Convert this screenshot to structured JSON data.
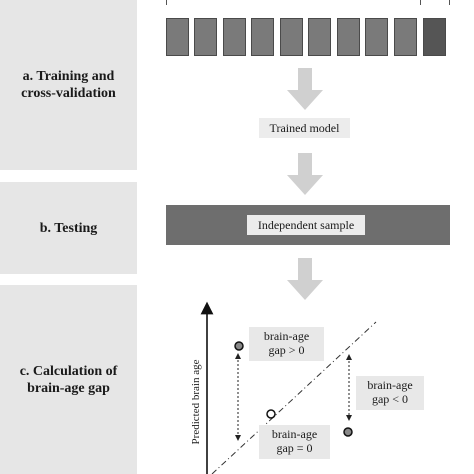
{
  "panels": {
    "a": "a. Training and cross-validation",
    "b": "b. Testing",
    "c": "c. Calculation of brain-age gap"
  },
  "training": {
    "trained_model_label": "Trained model",
    "fold_count": 10
  },
  "testing": {
    "independent_sample_label": "Independent sample"
  },
  "gap_plot": {
    "ylabel": "Predicted brain age",
    "gap_positive_line1": "brain-age",
    "gap_positive_line2": "gap > 0",
    "gap_negative_line1": "brain-age",
    "gap_negative_line2": "gap < 0",
    "gap_zero_line1": "brain-age",
    "gap_zero_line2": "gap = 0"
  },
  "colors": {
    "panel_bg": "#e6e6e6",
    "fold": "#7a7a7a",
    "fold_last": "#555555",
    "arrow": "#d0d0d0",
    "test_bar": "#6e6e6e"
  }
}
